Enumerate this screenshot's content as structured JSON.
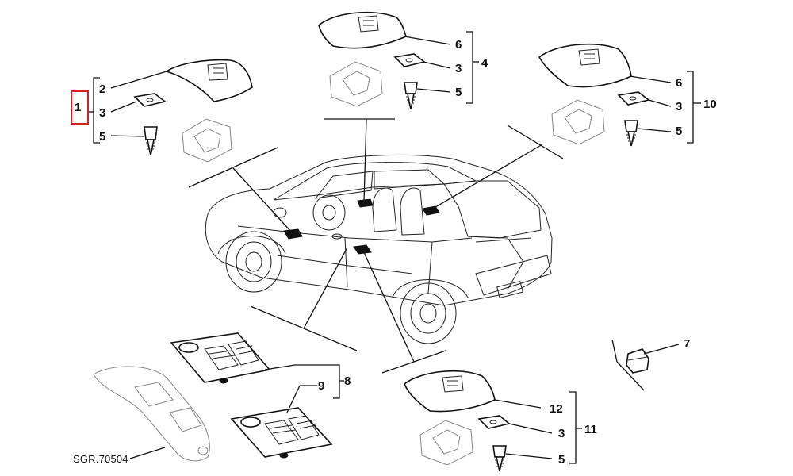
{
  "diagram": {
    "reference_code": "SGR.70504",
    "highlighted_callout": "1",
    "callouts": {
      "c1": "1",
      "c2": "2",
      "c3a": "3",
      "c5a": "5",
      "c6a": "6",
      "c3b": "3",
      "c4": "4",
      "c5b": "5",
      "c6b": "6",
      "c3c": "3",
      "c10": "10",
      "c5c": "5",
      "c7": "7",
      "c9": "9",
      "c8": "8",
      "c12": "12",
      "c3d": "3",
      "c11": "11",
      "c5d": "5"
    }
  }
}
